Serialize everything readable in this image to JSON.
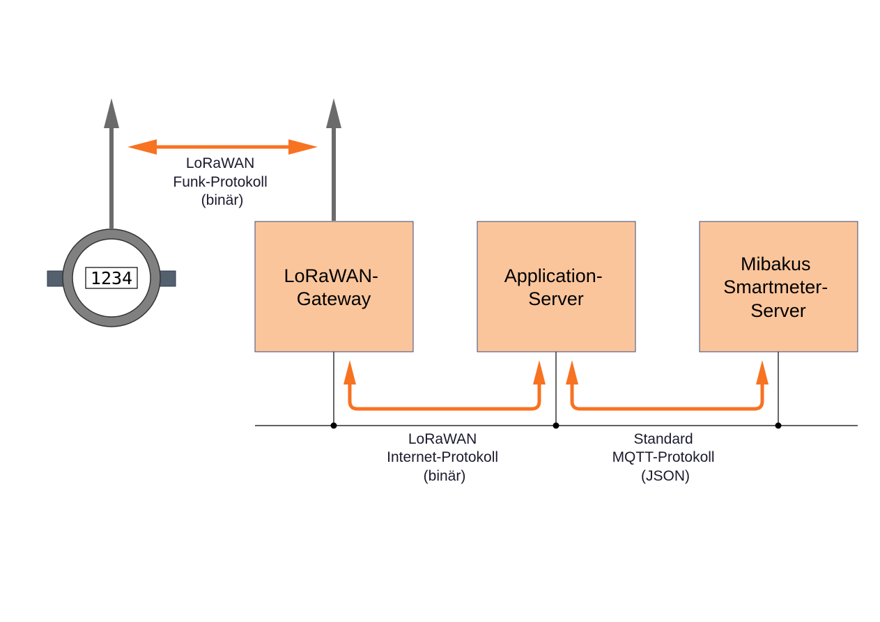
{
  "colors": {
    "box_fill": "#fbc59c",
    "box_stroke": "#3b4a7a",
    "orange_arrow": "#f77221",
    "gray_antenna": "#6b6b6b",
    "meter_ring": "#808080",
    "pipe": "#55606f",
    "bus_line": "#000000"
  },
  "meter": {
    "display_value": "1234"
  },
  "radio_link": {
    "lines": [
      "LoRaWAN",
      "Funk-Protokoll",
      "(binär)"
    ]
  },
  "boxes": {
    "gateway": {
      "lines": [
        "LoRaWAN-",
        "Gateway"
      ]
    },
    "app_server": {
      "lines": [
        "Application-",
        "Server"
      ]
    },
    "mibakus": {
      "lines": [
        "Mibakus",
        "Smartmeter-",
        "Server"
      ]
    }
  },
  "links": {
    "internet": {
      "lines": [
        "LoRaWAN",
        "Internet-Protokoll",
        "(binär)"
      ]
    },
    "mqtt": {
      "lines": [
        "Standard",
        "MQTT-Protokoll",
        "(JSON)"
      ]
    }
  }
}
